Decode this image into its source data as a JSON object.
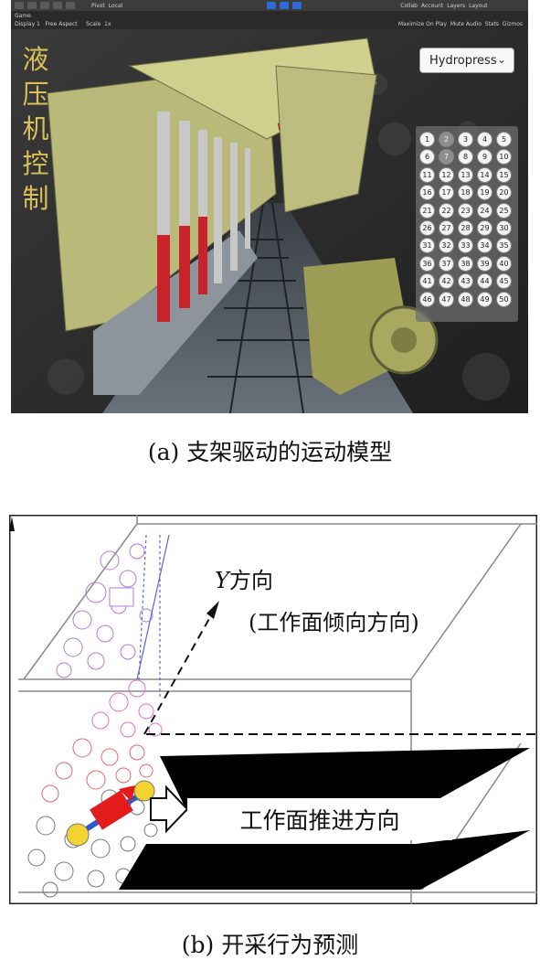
{
  "panel_a": {
    "toolbar": {
      "pivot_label": "Pivot",
      "local_label": "Local",
      "collab_label": "Collab",
      "account_label": "Account",
      "layers_label": "Layers",
      "layout_label": "Layout"
    },
    "game_tab": "Game",
    "display_label": "Display 1",
    "aspect_label": "Free Aspect",
    "scale_label": "Scale",
    "scale_value": "1x",
    "maximize_label": "Maximize On Play",
    "mute_label": "Mute Audio",
    "stats_label": "Stats",
    "gizmos_label": "Gizmos",
    "side_title": [
      "液",
      "压",
      "机",
      "控",
      "制"
    ],
    "dropdown_value": "Hydropress",
    "number_buttons": [
      "1",
      "2",
      "3",
      "4",
      "5",
      "6",
      "7",
      "8",
      "9",
      "10",
      "11",
      "12",
      "13",
      "14",
      "15",
      "16",
      "17",
      "18",
      "19",
      "20",
      "21",
      "22",
      "23",
      "24",
      "25",
      "26",
      "27",
      "28",
      "29",
      "30",
      "31",
      "32",
      "33",
      "34",
      "35",
      "36",
      "37",
      "38",
      "39",
      "40",
      "41",
      "42",
      "43",
      "44",
      "45",
      "46",
      "47",
      "48",
      "49",
      "50"
    ],
    "selected_buttons": [
      "2",
      "7"
    ],
    "colors": {
      "title": "#d8bf58",
      "support": "#c9c98a",
      "cylinder": "#c8232a",
      "rock": "#2a2a2a"
    }
  },
  "caption_a": "(a) 支架驱动的运动模型",
  "panel_b": {
    "y_label_var": "Y",
    "y_label_text": "方向",
    "y_label_sub": "(工作面倾向方向)",
    "push_label": "工作面推进方向"
  },
  "caption_b": "(b) 开采行为预测"
}
